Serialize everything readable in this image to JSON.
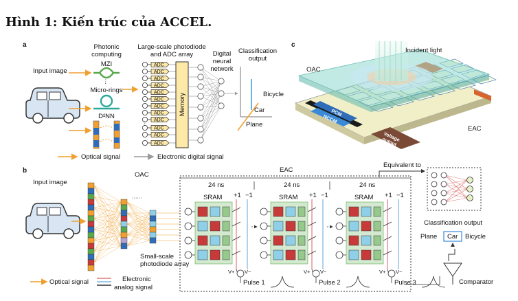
{
  "figure": {
    "title": "Hình 1: Kiến trúc của ACCEL."
  },
  "panel_a": {
    "label": "a",
    "input_image": "Input image",
    "photonic": [
      "Photonic",
      "computing"
    ],
    "mzi": "MZI",
    "micro_rings": "Micro-rings",
    "d2nn": "D²NN",
    "photodiode": [
      "Large-scale photodiode",
      "and ADC array"
    ],
    "adc": "ADC",
    "memory": "Memory",
    "dnn": [
      "Digital",
      "neural",
      "network"
    ],
    "classification": [
      "Classification",
      "output"
    ],
    "bicycle": "Bicycle",
    "car": "Car",
    "plane": "Plane",
    "optical_signal": "Optical signal",
    "electronic_signal": "Electronic digital signal"
  },
  "panel_b": {
    "label": "b",
    "input_image": "Input image",
    "oac": "OAC",
    "eac": "EAC",
    "equivalent": "Equivalent to",
    "time": "24 ns",
    "sram": "SRAM",
    "plus1": "+1",
    "minus1": "−1",
    "vplus": "V+",
    "vminus": "V−",
    "pulse1": "Pulse 1",
    "pulse2": "Pulse 2",
    "pulse3": "Pulse 3",
    "small_photodiode": [
      "Small-scale",
      "photodiode array"
    ],
    "classification_output": "Classification output",
    "plane": "Plane",
    "car": "Car",
    "bicycle": "Bicycle",
    "comparator": "Comparator",
    "optical_signal": "Optical signal",
    "electronic": [
      "Electronic",
      "analog signal"
    ]
  },
  "panel_c": {
    "label": "c",
    "incident_light": "Incident light",
    "oac": "OAC",
    "eac": "EAC",
    "pcm": "PCM",
    "nccm": "NCCM",
    "voltage_output": [
      "Voltage",
      "output"
    ]
  },
  "colors": {
    "optical": "#f0a030",
    "digital": "#9a9a9a",
    "memory": "#fde9a8",
    "oac_layer": "#8fd8cf",
    "eac_chip": "#f1efc8",
    "teal": "#2ba89a",
    "red": "#c83a3a",
    "blue": "#2f6db8",
    "green": "#5aa84a",
    "car_blue": "#d8e6f3"
  }
}
